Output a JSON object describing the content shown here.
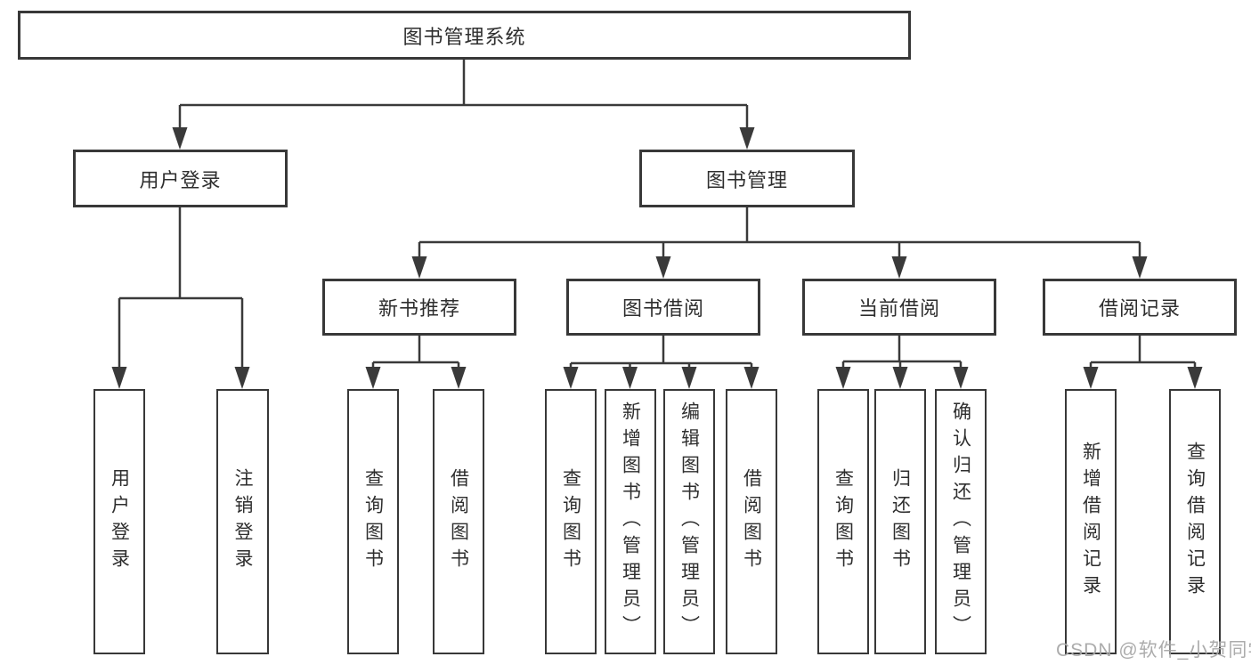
{
  "diagram": {
    "root": "图书管理系统",
    "level2": [
      "用户登录",
      "图书管理"
    ],
    "level3": [
      "新书推荐",
      "图书借阅",
      "当前借阅",
      "借阅记录"
    ],
    "leaves_user_login": [
      "用户登录",
      "注销登录"
    ],
    "leaves_new_book": [
      "查询图书",
      "借阅图书"
    ],
    "leaves_book_borrow": [
      "查询图书",
      "新增图书（管理员）",
      "编辑图书（管理员）",
      "借阅图书"
    ],
    "leaves_current_borrow": [
      "查询图书",
      "归还图书",
      "确认归还（管理员）"
    ],
    "leaves_borrow_record": [
      "新增借阅记录",
      "查询借阅记录"
    ]
  },
  "watermark": "CSDN @软件_小贺同学",
  "colors": {
    "line": "#3a3a3a",
    "border": "#383838",
    "text": "#2e2e2e",
    "watermark": "#a8a8a8",
    "background": "#ffffff"
  }
}
